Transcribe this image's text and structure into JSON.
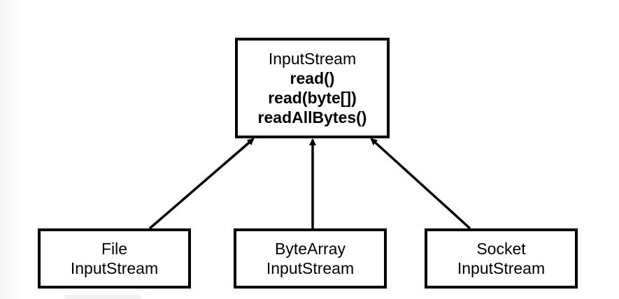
{
  "parent": {
    "name": "InputStream",
    "methods": [
      "read()",
      "read(byte[])",
      "readAllBytes()"
    ]
  },
  "children": [
    {
      "line1": "File",
      "line2": "InputStream"
    },
    {
      "line1": "ByteArray",
      "line2": "InputStream"
    },
    {
      "line1": "Socket",
      "line2": "InputStream"
    }
  ],
  "colors": {
    "stroke": "#000000",
    "background": "#ffffff"
  }
}
